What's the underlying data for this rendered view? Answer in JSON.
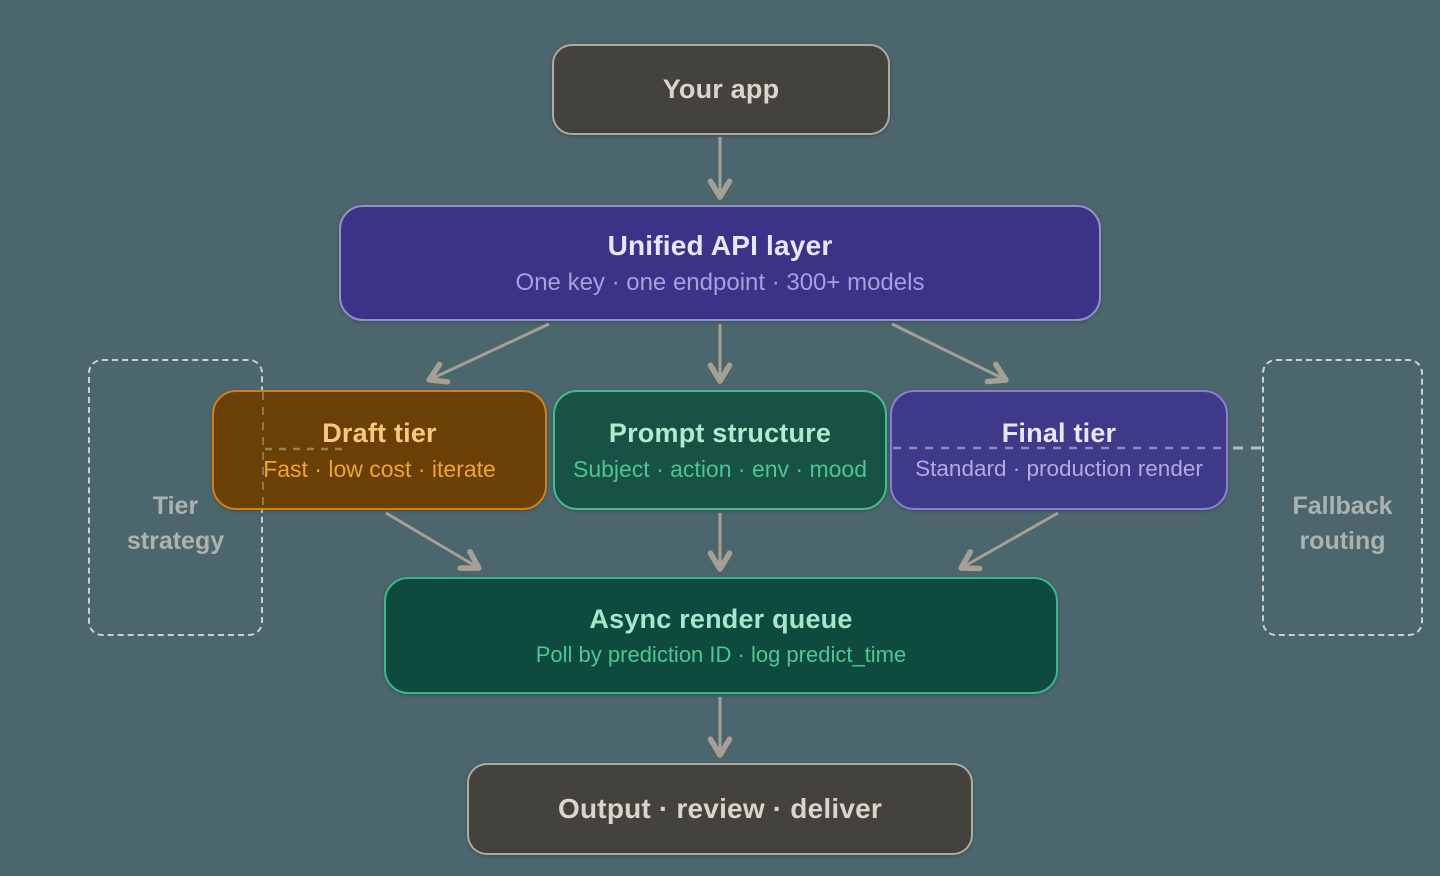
{
  "diagram": {
    "background_color": "#4c666d",
    "arrow_color": "#a59f95",
    "dashed_border_color": "#c9d3cb",
    "nodes": {
      "your_app": {
        "title": "Your app",
        "fill": "#44423c",
        "border": "#aeaaa0",
        "text_color": "#d8d5cd"
      },
      "unified_api": {
        "title": "Unified API layer",
        "subtitle": "One key · one endpoint · 300+ models",
        "fill": "#3b3387",
        "border": "#8d93cc",
        "title_color": "#e9e5f8",
        "subtitle_color": "#a89fdd"
      },
      "draft_tier": {
        "title": "Draft tier",
        "subtitle": "Fast · low cost · iterate",
        "fill": "#6a4007",
        "border": "#cd8118",
        "title_color": "#f6ca7e",
        "subtitle_color": "#efa42f"
      },
      "prompt_structure": {
        "title": "Prompt structure",
        "subtitle": "Subject · action · env · mood",
        "fill": "#175245",
        "border": "#43bb8f",
        "title_color": "#aeebcf",
        "subtitle_color": "#4cc493"
      },
      "final_tier": {
        "title": "Final tier",
        "subtitle": "Standard · production render",
        "fill": "#3f398a",
        "border": "#897fd2",
        "title_color": "#e9e5f8",
        "subtitle_color": "#b3a9e3"
      },
      "async_queue": {
        "title": "Async render queue",
        "subtitle": "Poll by prediction ID · log predict_time",
        "fill": "#0f4a3e",
        "border": "#3bb48c",
        "title_color": "#a2e9cb",
        "subtitle_color": "#4cc795"
      },
      "output": {
        "title": "Output · review · deliver",
        "fill": "#44423c",
        "border": "#aeaaa0",
        "text_color": "#d8d5cd"
      }
    },
    "annotations": {
      "tier_strategy": {
        "lines": [
          "Tier",
          "strategy"
        ],
        "text_color": "#aab3ae"
      },
      "fallback_routing": {
        "lines": [
          "Fallback",
          "routing"
        ],
        "text_color": "#aab3ae"
      }
    },
    "edges": [
      {
        "from": "your_app",
        "to": "unified_api",
        "style": "arrow"
      },
      {
        "from": "unified_api",
        "to": "draft_tier",
        "style": "arrow"
      },
      {
        "from": "unified_api",
        "to": "prompt_structure",
        "style": "arrow"
      },
      {
        "from": "unified_api",
        "to": "final_tier",
        "style": "arrow"
      },
      {
        "from": "draft_tier",
        "to": "async_queue",
        "style": "arrow"
      },
      {
        "from": "prompt_structure",
        "to": "async_queue",
        "style": "arrow"
      },
      {
        "from": "final_tier",
        "to": "async_queue",
        "style": "arrow"
      },
      {
        "from": "async_queue",
        "to": "output",
        "style": "arrow"
      },
      {
        "from": "tier_strategy",
        "to": "draft_tier",
        "style": "dashed"
      },
      {
        "from": "final_tier",
        "to": "fallback_routing",
        "style": "dashed"
      }
    ]
  }
}
